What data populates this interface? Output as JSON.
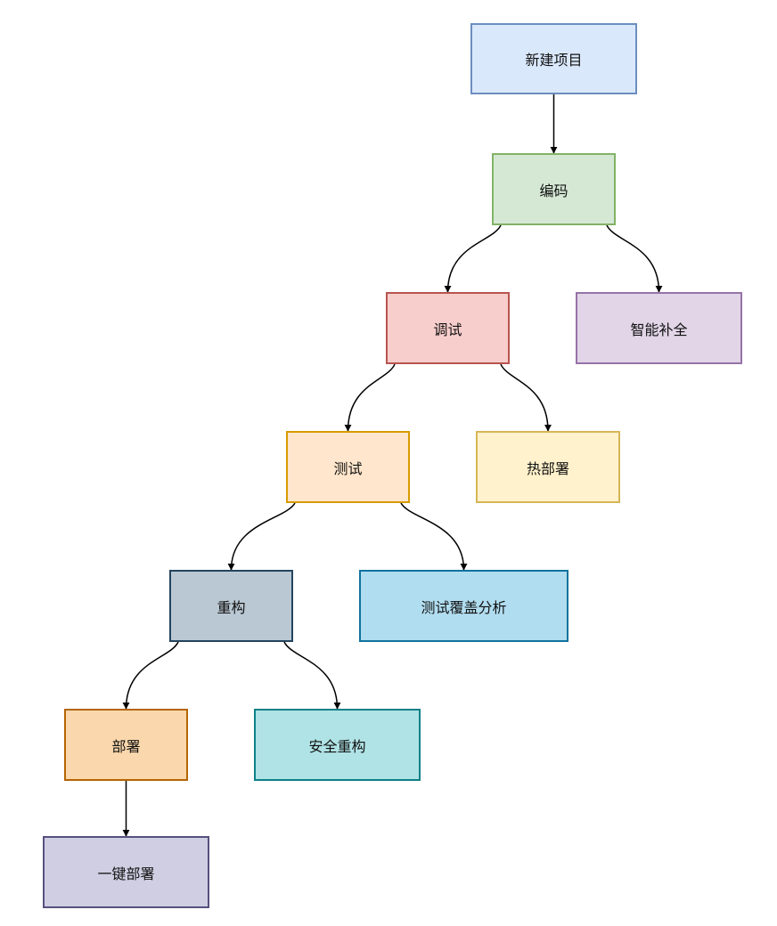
{
  "nodes": {
    "new_project": {
      "label": "新建项目",
      "fill": "#dae8fc",
      "stroke": "#6c8ebf"
    },
    "coding": {
      "label": "编码",
      "fill": "#d5e8d4",
      "stroke": "#82b366"
    },
    "debugging": {
      "label": "调试",
      "fill": "#f8cecc",
      "stroke": "#b85450"
    },
    "smart_complete": {
      "label": "智能补全",
      "fill": "#e1d5e7",
      "stroke": "#9673a6"
    },
    "testing": {
      "label": "测试",
      "fill": "#ffe6cc",
      "stroke": "#d79b00"
    },
    "hot_deploy": {
      "label": "热部署",
      "fill": "#fff2cc",
      "stroke": "#d6b656"
    },
    "refactoring": {
      "label": "重构",
      "fill": "#bac8d3",
      "stroke": "#23445d"
    },
    "coverage": {
      "label": "测试覆盖分析",
      "fill": "#b1ddf0",
      "stroke": "#10739e"
    },
    "deployment": {
      "label": "部署",
      "fill": "#fad7ac",
      "stroke": "#b46504"
    },
    "safe_refactor": {
      "label": "安全重构",
      "fill": "#b0e3e6",
      "stroke": "#0e8088"
    },
    "one_click": {
      "label": "一键部署",
      "fill": "#d0cee2",
      "stroke": "#56517e"
    }
  },
  "edges": [
    {
      "from": "new_project",
      "to": "coding"
    },
    {
      "from": "coding",
      "to": "debugging"
    },
    {
      "from": "coding",
      "to": "smart_complete"
    },
    {
      "from": "debugging",
      "to": "testing"
    },
    {
      "from": "debugging",
      "to": "hot_deploy"
    },
    {
      "from": "testing",
      "to": "refactoring"
    },
    {
      "from": "testing",
      "to": "coverage"
    },
    {
      "from": "refactoring",
      "to": "deployment"
    },
    {
      "from": "refactoring",
      "to": "safe_refactor"
    },
    {
      "from": "deployment",
      "to": "one_click"
    }
  ],
  "edge_color": "#000000"
}
